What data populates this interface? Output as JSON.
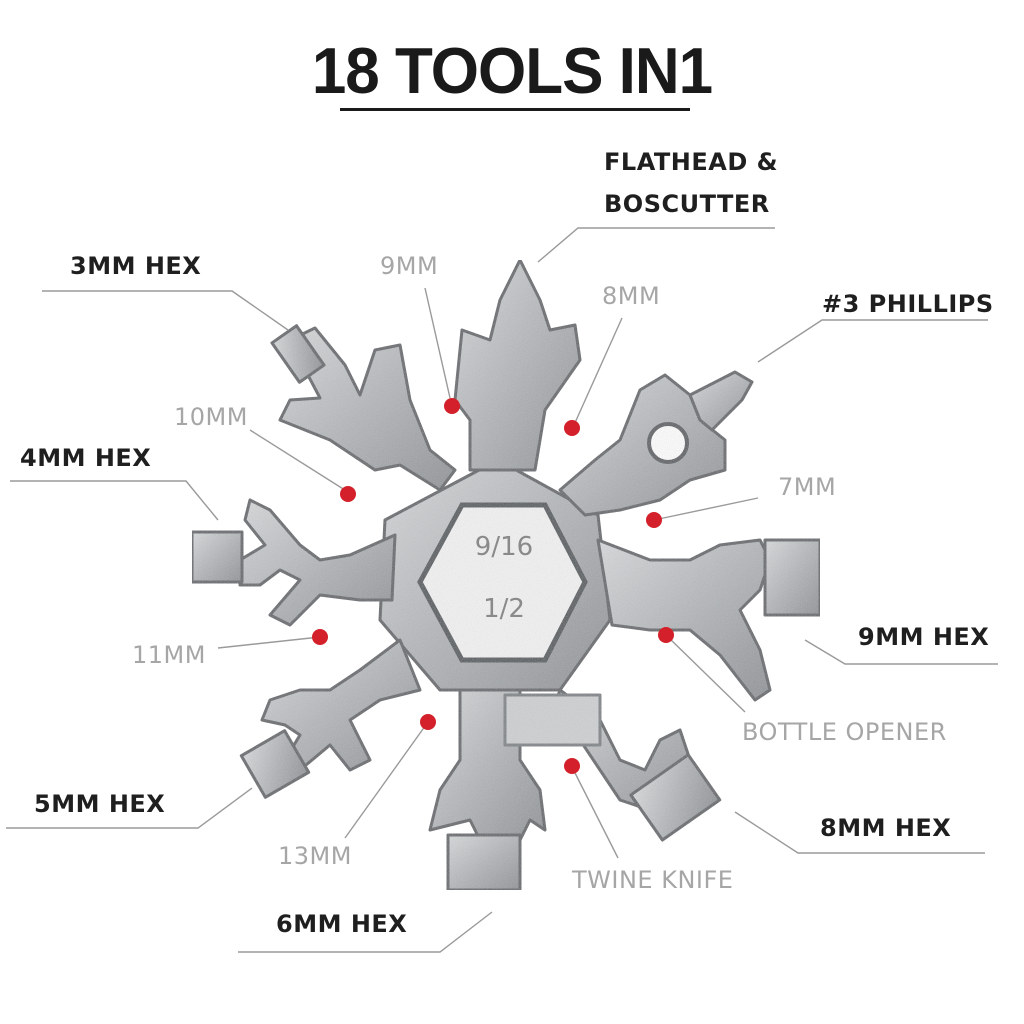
{
  "title": "18 TOOLS IN1",
  "center_labels": {
    "top": "9/16",
    "bottom": "1/2"
  },
  "labels": {
    "flathead_line1": "FLATHEAD &",
    "flathead_line2": "BOSCUTTER",
    "hex3": "3MM HEX",
    "mm9": "9MM",
    "mm8": "8MM",
    "phillips": "#3 PHILLIPS",
    "mm10": "10MM",
    "hex4": "4MM HEX",
    "mm7": "7MM",
    "mm11": "11MM",
    "hex9": "9MM HEX",
    "bottle": "BOTTLE OPENER",
    "hex5": "5MM HEX",
    "hex8": "8MM HEX",
    "mm13": "13MM",
    "twine": "TWINE KNIFE",
    "hex6": "6MM HEX"
  },
  "colors": {
    "dot": "#d3202a",
    "metal": "#b9bcbf",
    "dark_label": "#1f1f1f",
    "light_label": "#a6a6a6"
  }
}
